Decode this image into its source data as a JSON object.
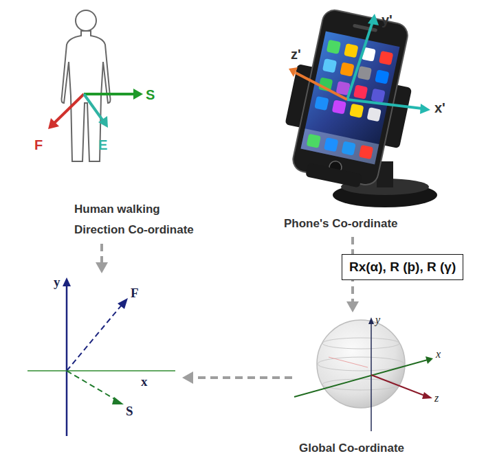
{
  "diagram": {
    "nodes": [
      {
        "text": [
          "S",
          "F",
          "E",
          "Human walking Direction Co-ordinate"
        ]
      },
      {
        "text": [
          "y'",
          "z'",
          "x'",
          "Phone's Co-ordinate"
        ]
      },
      {
        "text": [
          "y",
          "F",
          "x",
          "S"
        ]
      },
      {
        "text": [
          "y",
          "x",
          "z",
          "Global Co-ordinate"
        ]
      }
    ],
    "edges": [
      {
        "from": 0,
        "to": 2,
        "arrow": "to"
      },
      {
        "from": 1,
        "to": 3,
        "arrow": "to",
        "label": "Rx(α), R (þ), R (γ)"
      },
      {
        "from": 3,
        "to": 2,
        "arrow": "to"
      }
    ]
  }
}
